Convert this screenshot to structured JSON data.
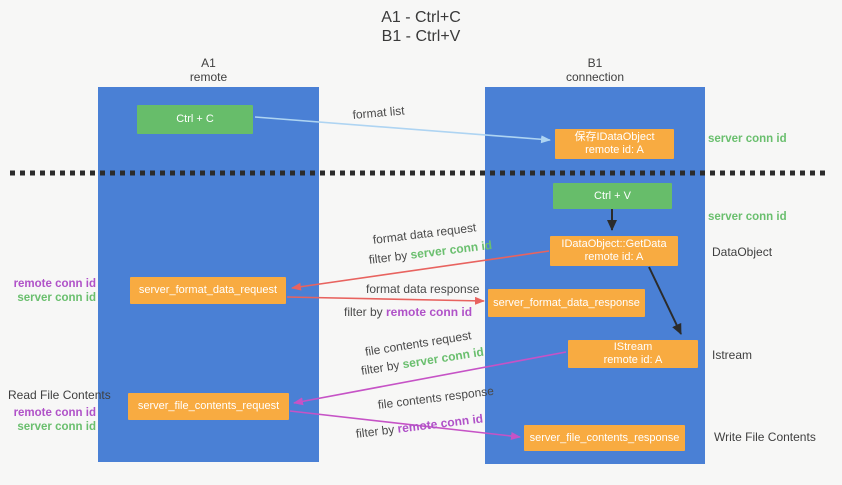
{
  "title": {
    "line1": "A1 - Ctrl+C",
    "line2": "B1 - Ctrl+V"
  },
  "lifelines": {
    "a1": {
      "title": "A1",
      "subtitle": "remote"
    },
    "b1": {
      "title": "B1",
      "subtitle": "connection"
    }
  },
  "nodes": {
    "ctrl_c": {
      "label": "Ctrl + C"
    },
    "ctrl_v": {
      "label": "Ctrl + V"
    },
    "save_idataobject": {
      "line1": "保存IDataObject",
      "line2": "remote id: A"
    },
    "idataobject_getdata": {
      "line1": "IDataObject::GetData",
      "line2": "remote id: A"
    },
    "istream": {
      "line1": "IStream",
      "line2": "remote id: A"
    },
    "server_format_data_request": {
      "label": "server_format_data_request"
    },
    "server_format_data_response": {
      "label": "server_format_data_response"
    },
    "server_file_contents_request": {
      "label": "server_file_contents_request"
    },
    "server_file_contents_response": {
      "label": "server_file_contents_response"
    }
  },
  "arrow_labels": {
    "format_list": "format list",
    "format_data_request": "format data request",
    "format_data_request_filter": {
      "prefix": "filter by ",
      "key": "server conn id"
    },
    "format_data_response": "format data response",
    "format_data_response_filter": {
      "prefix": "filter by ",
      "key": "remote conn id"
    },
    "file_contents_request": "file contents request",
    "file_contents_request_filter": {
      "prefix": "filter by ",
      "key": "server conn id"
    },
    "file_contents_response": "file contents response",
    "file_contents_response_filter": {
      "prefix": "filter by ",
      "key": "remote conn id"
    }
  },
  "side_labels": {
    "right_server_conn_id_top": "server conn id",
    "right_server_conn_id_mid": "server conn id",
    "right_dataobject": "DataObject",
    "right_istream": "Istream",
    "right_write_file_contents": "Write File Contents",
    "left_remote_conn_id_top": "remote conn id",
    "left_server_conn_id_top": "server conn id",
    "left_read_file_contents": "Read File Contents",
    "left_remote_conn_id_bottom": "remote conn id",
    "left_server_conn_id_bottom": "server conn id"
  },
  "colors": {
    "lifeline_blue": "#4a80d5",
    "node_green": "#67bd6a",
    "node_orange": "#f8ab41",
    "label_green": "#6abf6e",
    "label_purple": "#b052c8",
    "arrow_red": "#e8635f",
    "arrow_magenta": "#c653c6",
    "arrow_light_blue": "#aed4f2",
    "arrow_black": "#2b2b2b"
  }
}
